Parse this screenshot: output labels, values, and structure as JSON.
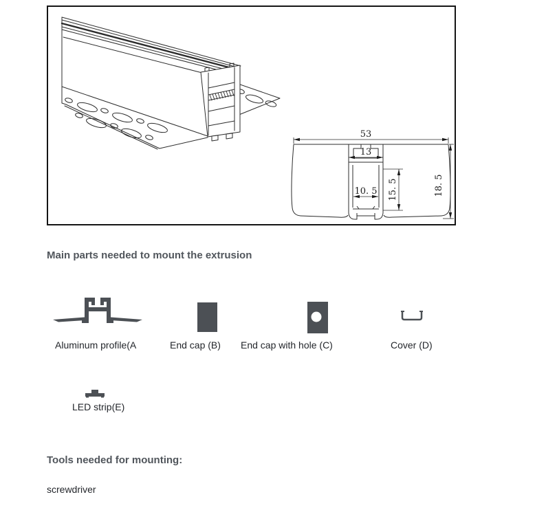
{
  "drawing": {
    "dimensions": {
      "overall_width": "53",
      "slot_width": "13",
      "inner_width": "10. 5",
      "inner_depth": "15. 5",
      "overall_depth": "18. 5"
    }
  },
  "parts_section": {
    "heading": "Main parts needed to mount the extrusion",
    "parts": [
      {
        "label": "Aluminum profile(A",
        "icon": "aluminum-profile-icon"
      },
      {
        "label": "End cap (B)",
        "icon": "end-cap-icon"
      },
      {
        "label": "End cap with hole (C)",
        "icon": "end-cap-with-hole-icon"
      },
      {
        "label": "Cover (D)",
        "icon": "cover-icon"
      },
      {
        "label": "LED  strip(E)",
        "icon": "led-strip-icon"
      }
    ]
  },
  "tools_section": {
    "heading": "Tools needed for mounting:",
    "items": [
      {
        "label": "screwdriver"
      }
    ]
  },
  "colors": {
    "icon_fill": "#4c5055",
    "heading_text": "#51565c",
    "body_text": "#23262b",
    "line_color": "#2b2b2b"
  }
}
